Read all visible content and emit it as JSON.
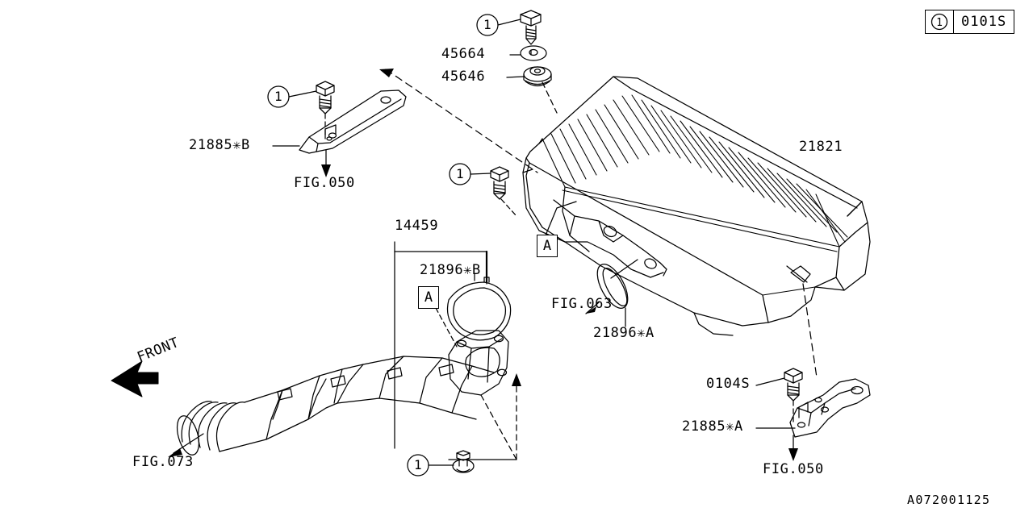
{
  "diagram": {
    "id": "A072001125",
    "front_label": "FRONT",
    "legend": {
      "symbol": "1",
      "code": "0101S"
    }
  },
  "labels": {
    "intercooler": "21821",
    "washer": "45664",
    "mount_cushion": "45646",
    "bracket_b": "21885✳B",
    "bracket_a": "21885✳A",
    "bolt_0104s": "0104S",
    "duct_assembly": "14459",
    "gasket_b": "21896✳B",
    "oring_a": "21896✳A",
    "fig_050_left": "FIG.050",
    "fig_050_right": "FIG.050",
    "fig_063": "FIG.063",
    "fig_073": "FIG.073",
    "mark_a_upper": "A",
    "mark_a_lower": "A",
    "callout_1_top": "1",
    "callout_1_left": "1",
    "callout_1_mid": "1",
    "callout_1_bottom": "1"
  },
  "colors": {
    "ink": "#000000",
    "paper": "#ffffff"
  }
}
